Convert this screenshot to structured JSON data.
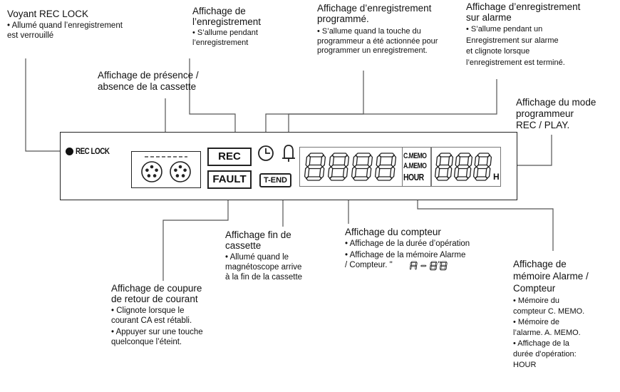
{
  "annotations": {
    "rec_lock": {
      "title": [
        "Voyant REC LOCK"
      ],
      "bullets": [
        [
          "• Allumé quand l’enregistrement",
          "est verrouillé"
        ]
      ]
    },
    "rec_display": {
      "title": [
        "Affichage de",
        "l’enregistrement"
      ],
      "bullets": [
        [
          "• S’allume pendant",
          "l’enregistrement"
        ]
      ]
    },
    "timer_rec": {
      "title": [
        "Affichage d’enregistrement",
        "programmé."
      ],
      "bullets": [
        [
          "• S’allume quand la touche du",
          "programmeur a été actionnée pour",
          "programmer un enregistrement."
        ]
      ]
    },
    "alarm_rec": {
      "title": [
        "Affichage d’enregistrement",
        "sur alarme"
      ],
      "bullets": [
        [
          "• S’allume pendant un",
          "Enregistrement sur alarme",
          "et clignote lorsque",
          "l’enregistrement est terminé."
        ]
      ]
    },
    "cassette": {
      "title": [
        "Affichage de présence /",
        "absence de la cassette"
      ]
    },
    "timer_mode": {
      "title": [
        "Affichage du mode",
        "programmeur",
        "REC / PLAY."
      ]
    },
    "t_end": {
      "title": [
        "Affichage fin de",
        "cassette"
      ],
      "bullets": [
        [
          "• Allumé quand le",
          "magnétoscope arrive",
          "à la fin de la cassette"
        ]
      ]
    },
    "counter": {
      "title": [
        "Affichage du compteur"
      ],
      "bullets": [
        [
          "• Affichage de la durée d’opération"
        ],
        [
          "• Affichage de la mémoire Alarme",
          "/ Compteur. \"                    \""
        ]
      ],
      "segment_example": "A-88"
    },
    "power_failure": {
      "title": [
        "Affichage de coupure",
        "de retour de courant"
      ],
      "bullets": [
        [
          "• Clignote lorsque le",
          "courant CA est rétabli."
        ],
        [
          "• Appuyer sur une touche",
          "quelconque l’éteint."
        ]
      ]
    },
    "memory": {
      "title": [
        "Affichage de",
        "mémoire Alarme /",
        "Compteur"
      ],
      "bullets": [
        [
          "• Mémoire du",
          "compteur C. MEMO."
        ],
        [
          "• Mémoire de",
          "l’alarme. A. MEMO."
        ],
        [
          "• Affichage de la",
          "durée d’opération:",
          "HOUR"
        ]
      ]
    }
  },
  "display": {
    "rec_lock_label": "REC LOCK",
    "rec": "REC",
    "fault": "FAULT",
    "t_end": "T-END",
    "counter_digits": "8888",
    "cmemo": "C.MEMO",
    "amemo": "A.MEMO",
    "hour": "HOUR",
    "hour_digits": "888",
    "h_suffix": "H"
  }
}
